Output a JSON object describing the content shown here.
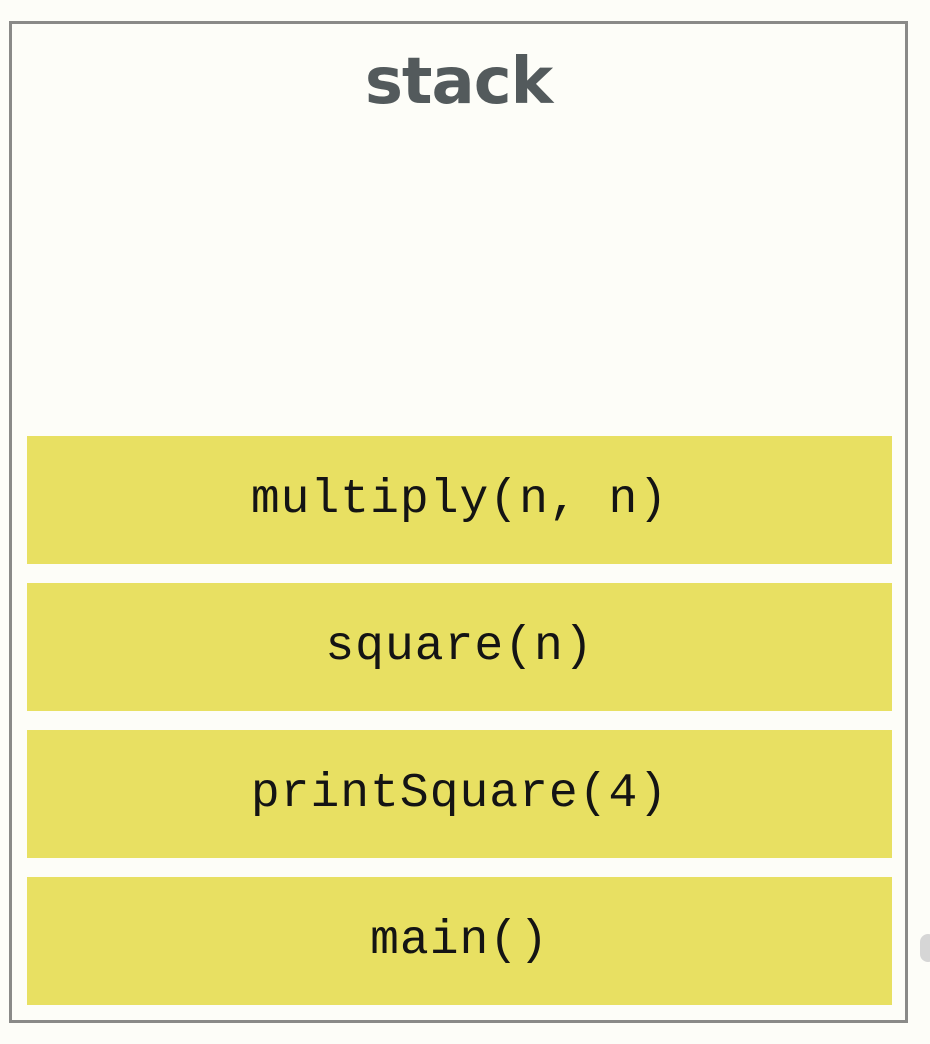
{
  "diagram": {
    "title": "stack",
    "frames": [
      {
        "label": "multiply(n, n)"
      },
      {
        "label": "square(n)"
      },
      {
        "label": "printSquare(4)"
      },
      {
        "label": "main()"
      }
    ]
  },
  "colors": {
    "frame_fill": "#e8e062",
    "border": "#8a8a88",
    "title_text": "#535a5c",
    "background": "#fdfdf8"
  }
}
